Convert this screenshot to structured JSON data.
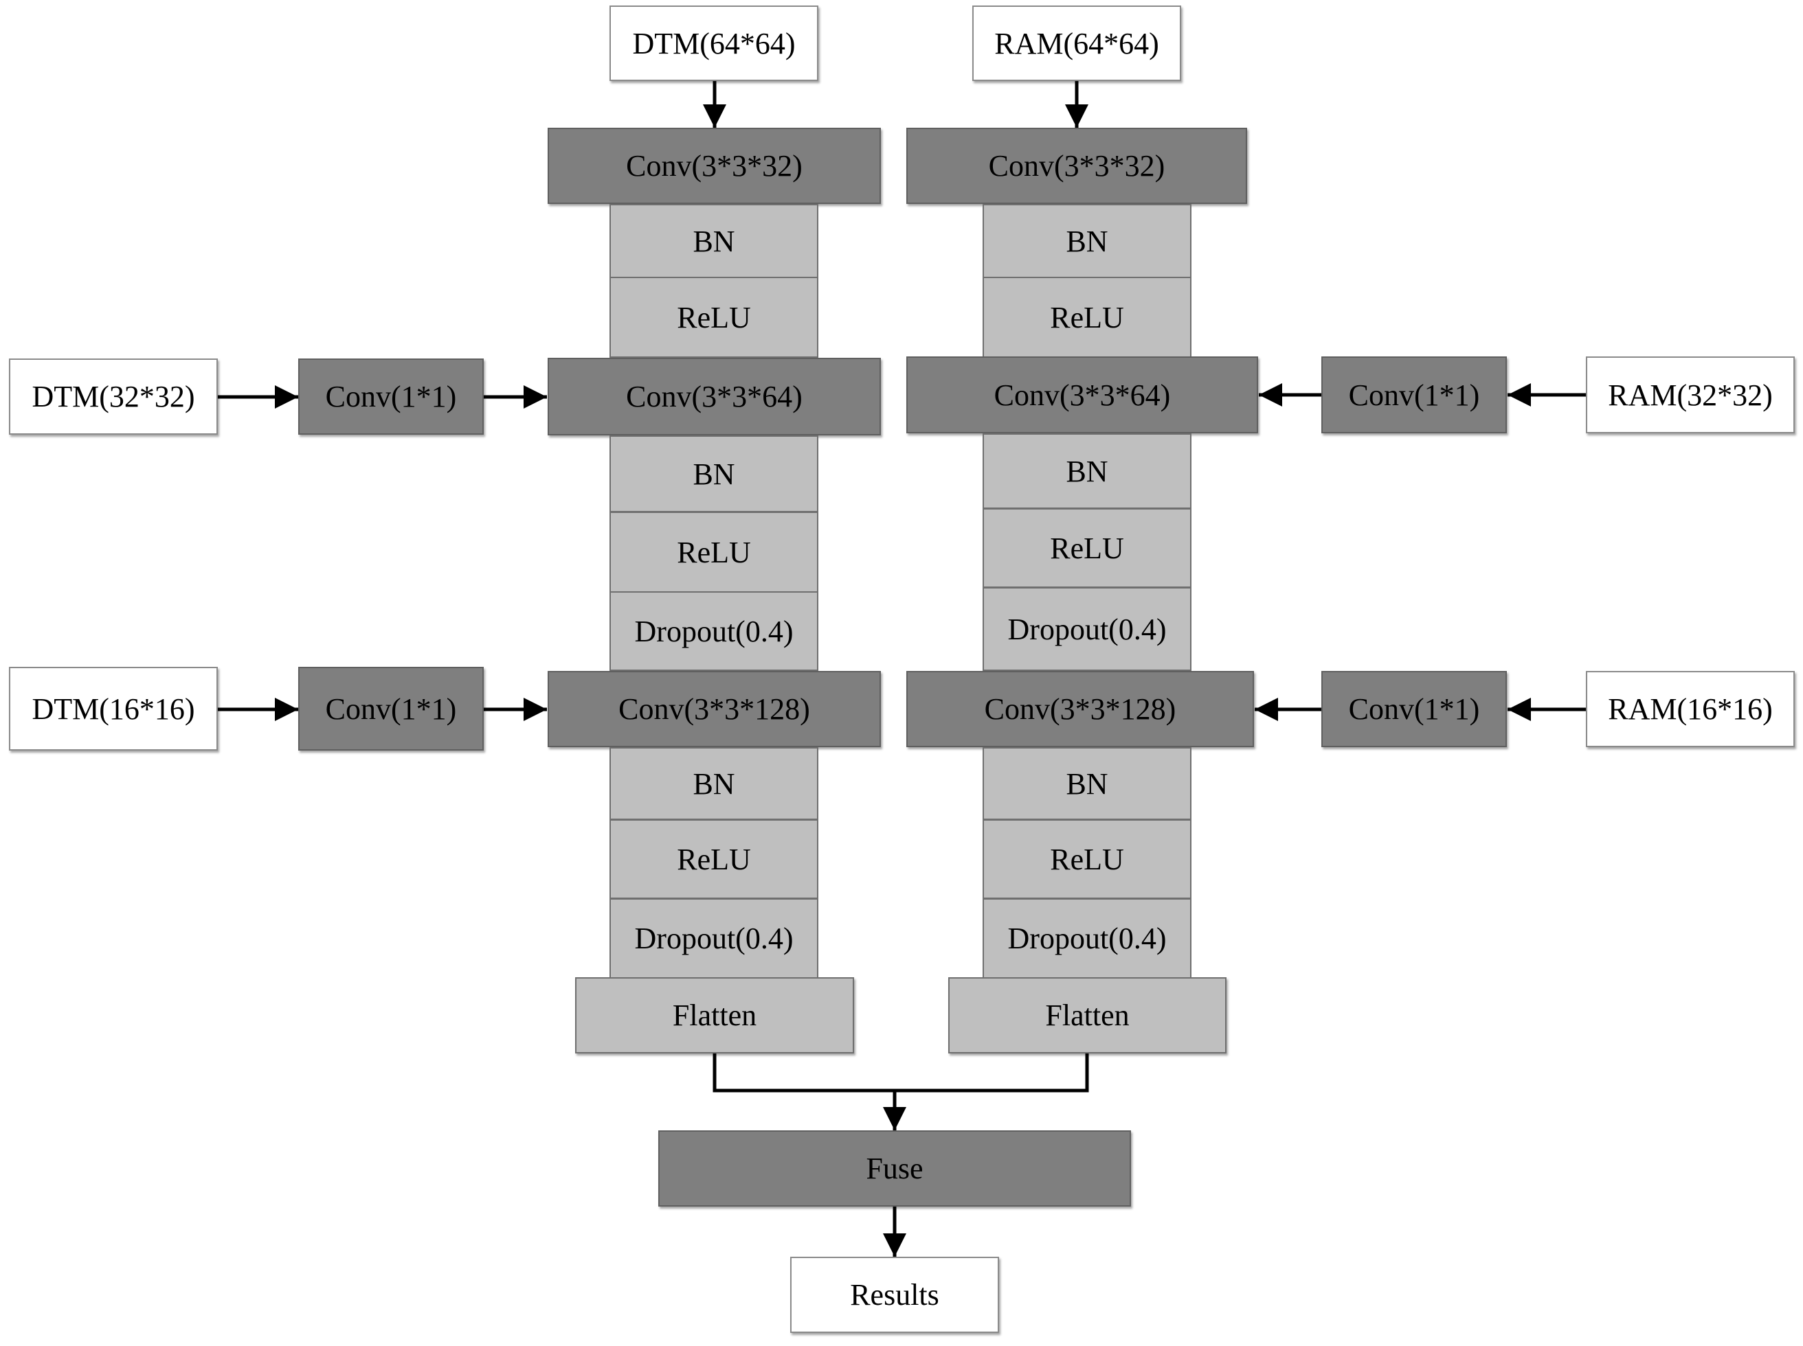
{
  "left_branch": {
    "input_64": "DTM(64*64)",
    "input_32": "DTM(32*32)",
    "input_16": "DTM(16*16)",
    "side_conv_32": "Conv(1*1)",
    "side_conv_16": "Conv(1*1)",
    "conv1": "Conv(3*3*32)",
    "bn1": "BN",
    "relu1": "ReLU",
    "conv2": "Conv(3*3*64)",
    "bn2": "BN",
    "relu2": "ReLU",
    "dropout2": "Dropout(0.4)",
    "conv3": "Conv(3*3*128)",
    "bn3": "BN",
    "relu3": "ReLU",
    "dropout3": "Dropout(0.4)",
    "flatten": "Flatten"
  },
  "right_branch": {
    "input_64": "RAM(64*64)",
    "input_32": "RAM(32*32)",
    "input_16": "RAM(16*16)",
    "side_conv_32": "Conv(1*1)",
    "side_conv_16": "Conv(1*1)",
    "conv1": "Conv(3*3*32)",
    "bn1": "BN",
    "relu1": "ReLU",
    "conv2": "Conv(3*3*64)",
    "bn2": "BN",
    "relu2": "ReLU",
    "dropout2": "Dropout(0.4)",
    "conv3": "Conv(3*3*128)",
    "bn3": "BN",
    "relu3": "ReLU",
    "dropout3": "Dropout(0.4)",
    "flatten": "Flatten"
  },
  "fuse": "Fuse",
  "results": "Results",
  "colors": {
    "dark_block": "#7f7f7f",
    "light_block": "#bfbfbf",
    "io_block": "#ffffff",
    "arrow": "#000000"
  }
}
